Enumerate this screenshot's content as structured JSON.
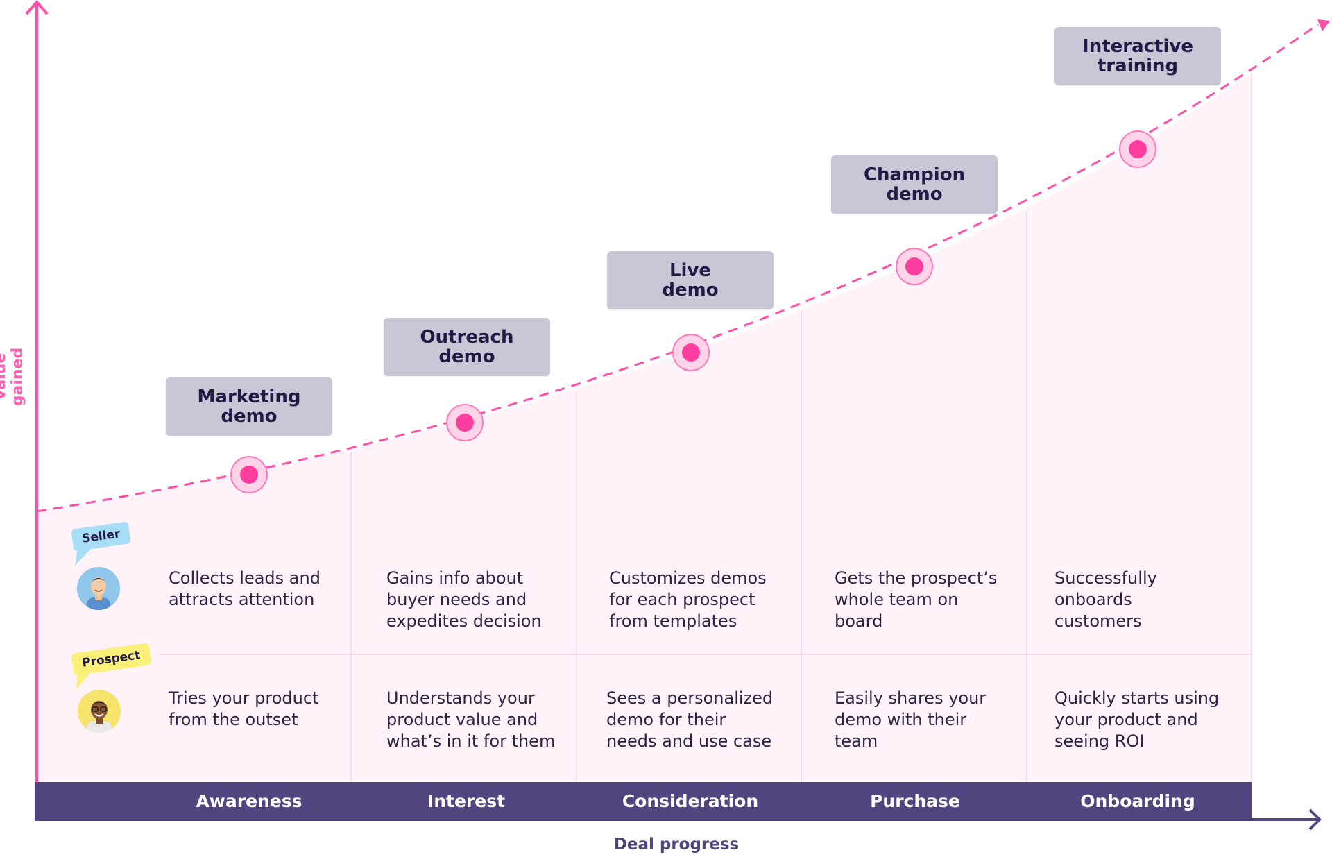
{
  "diagram": {
    "y_axis_label": "Value gained",
    "x_axis_label": "Deal progress",
    "roles": {
      "seller": "Seller",
      "prospect": "Prospect"
    },
    "demos": [
      "Marketing\ndemo",
      "Outreach\ndemo",
      "Live\ndemo",
      "Champion\ndemo",
      "Interactive\ntraining"
    ],
    "stages": [
      "Awareness",
      "Interest",
      "Consideration",
      "Purchase",
      "Onboarding"
    ],
    "seller_descriptions": [
      "Collects leads and\nattracts attention",
      "Gains info about\nbuyer needs and\nexpedites decision",
      "Customizes demos\nfor each prospect\nfrom templates",
      "Gets the prospect’s\nwhole team on\nboard",
      "Successfully\nonboards\ncustomers"
    ],
    "prospect_descriptions": [
      "Tries your product\nfrom the outset",
      "Understands your\nproduct value and\nwhat’s in it for them",
      "Sees a personalized\ndemo for their\nneeds and use case",
      "Easily shares your\ndemo with their\nteam",
      "Quickly starts using\nyour product and\nseeing ROI"
    ],
    "colors": {
      "accent": "#ff4fa8",
      "bar": "#52457f",
      "label_box": "#c9c6d6",
      "area_fill": "#fff3f9",
      "seller_tag": "#a8def7",
      "prospect_tag": "#fbf17a"
    }
  }
}
